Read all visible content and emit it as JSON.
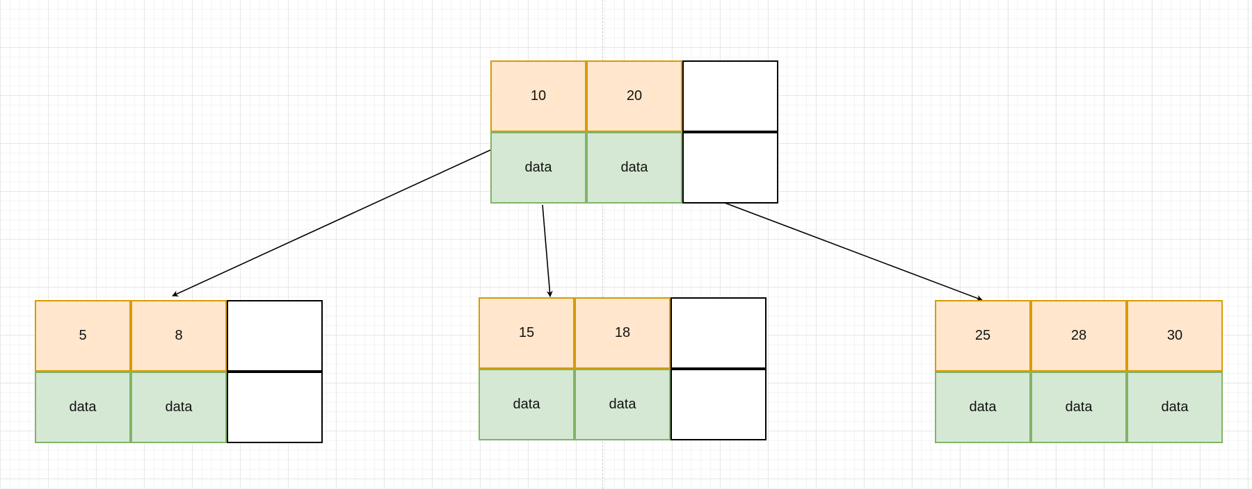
{
  "tree": {
    "root": {
      "keys": [
        "10",
        "20",
        ""
      ],
      "values": [
        "data",
        "data",
        ""
      ]
    },
    "children": [
      {
        "keys": [
          "5",
          "8",
          ""
        ],
        "values": [
          "data",
          "data",
          ""
        ]
      },
      {
        "keys": [
          "15",
          "18",
          ""
        ],
        "values": [
          "data",
          "data",
          ""
        ]
      },
      {
        "keys": [
          "25",
          "28",
          "30"
        ],
        "values": [
          "data",
          "data",
          "data"
        ]
      }
    ]
  },
  "colors": {
    "key_fill": "#ffe6cc",
    "key_border": "#d79b00",
    "value_fill": "#d5e8d4",
    "value_border": "#82b366",
    "empty_border": "#000000",
    "edge": "#000000"
  }
}
